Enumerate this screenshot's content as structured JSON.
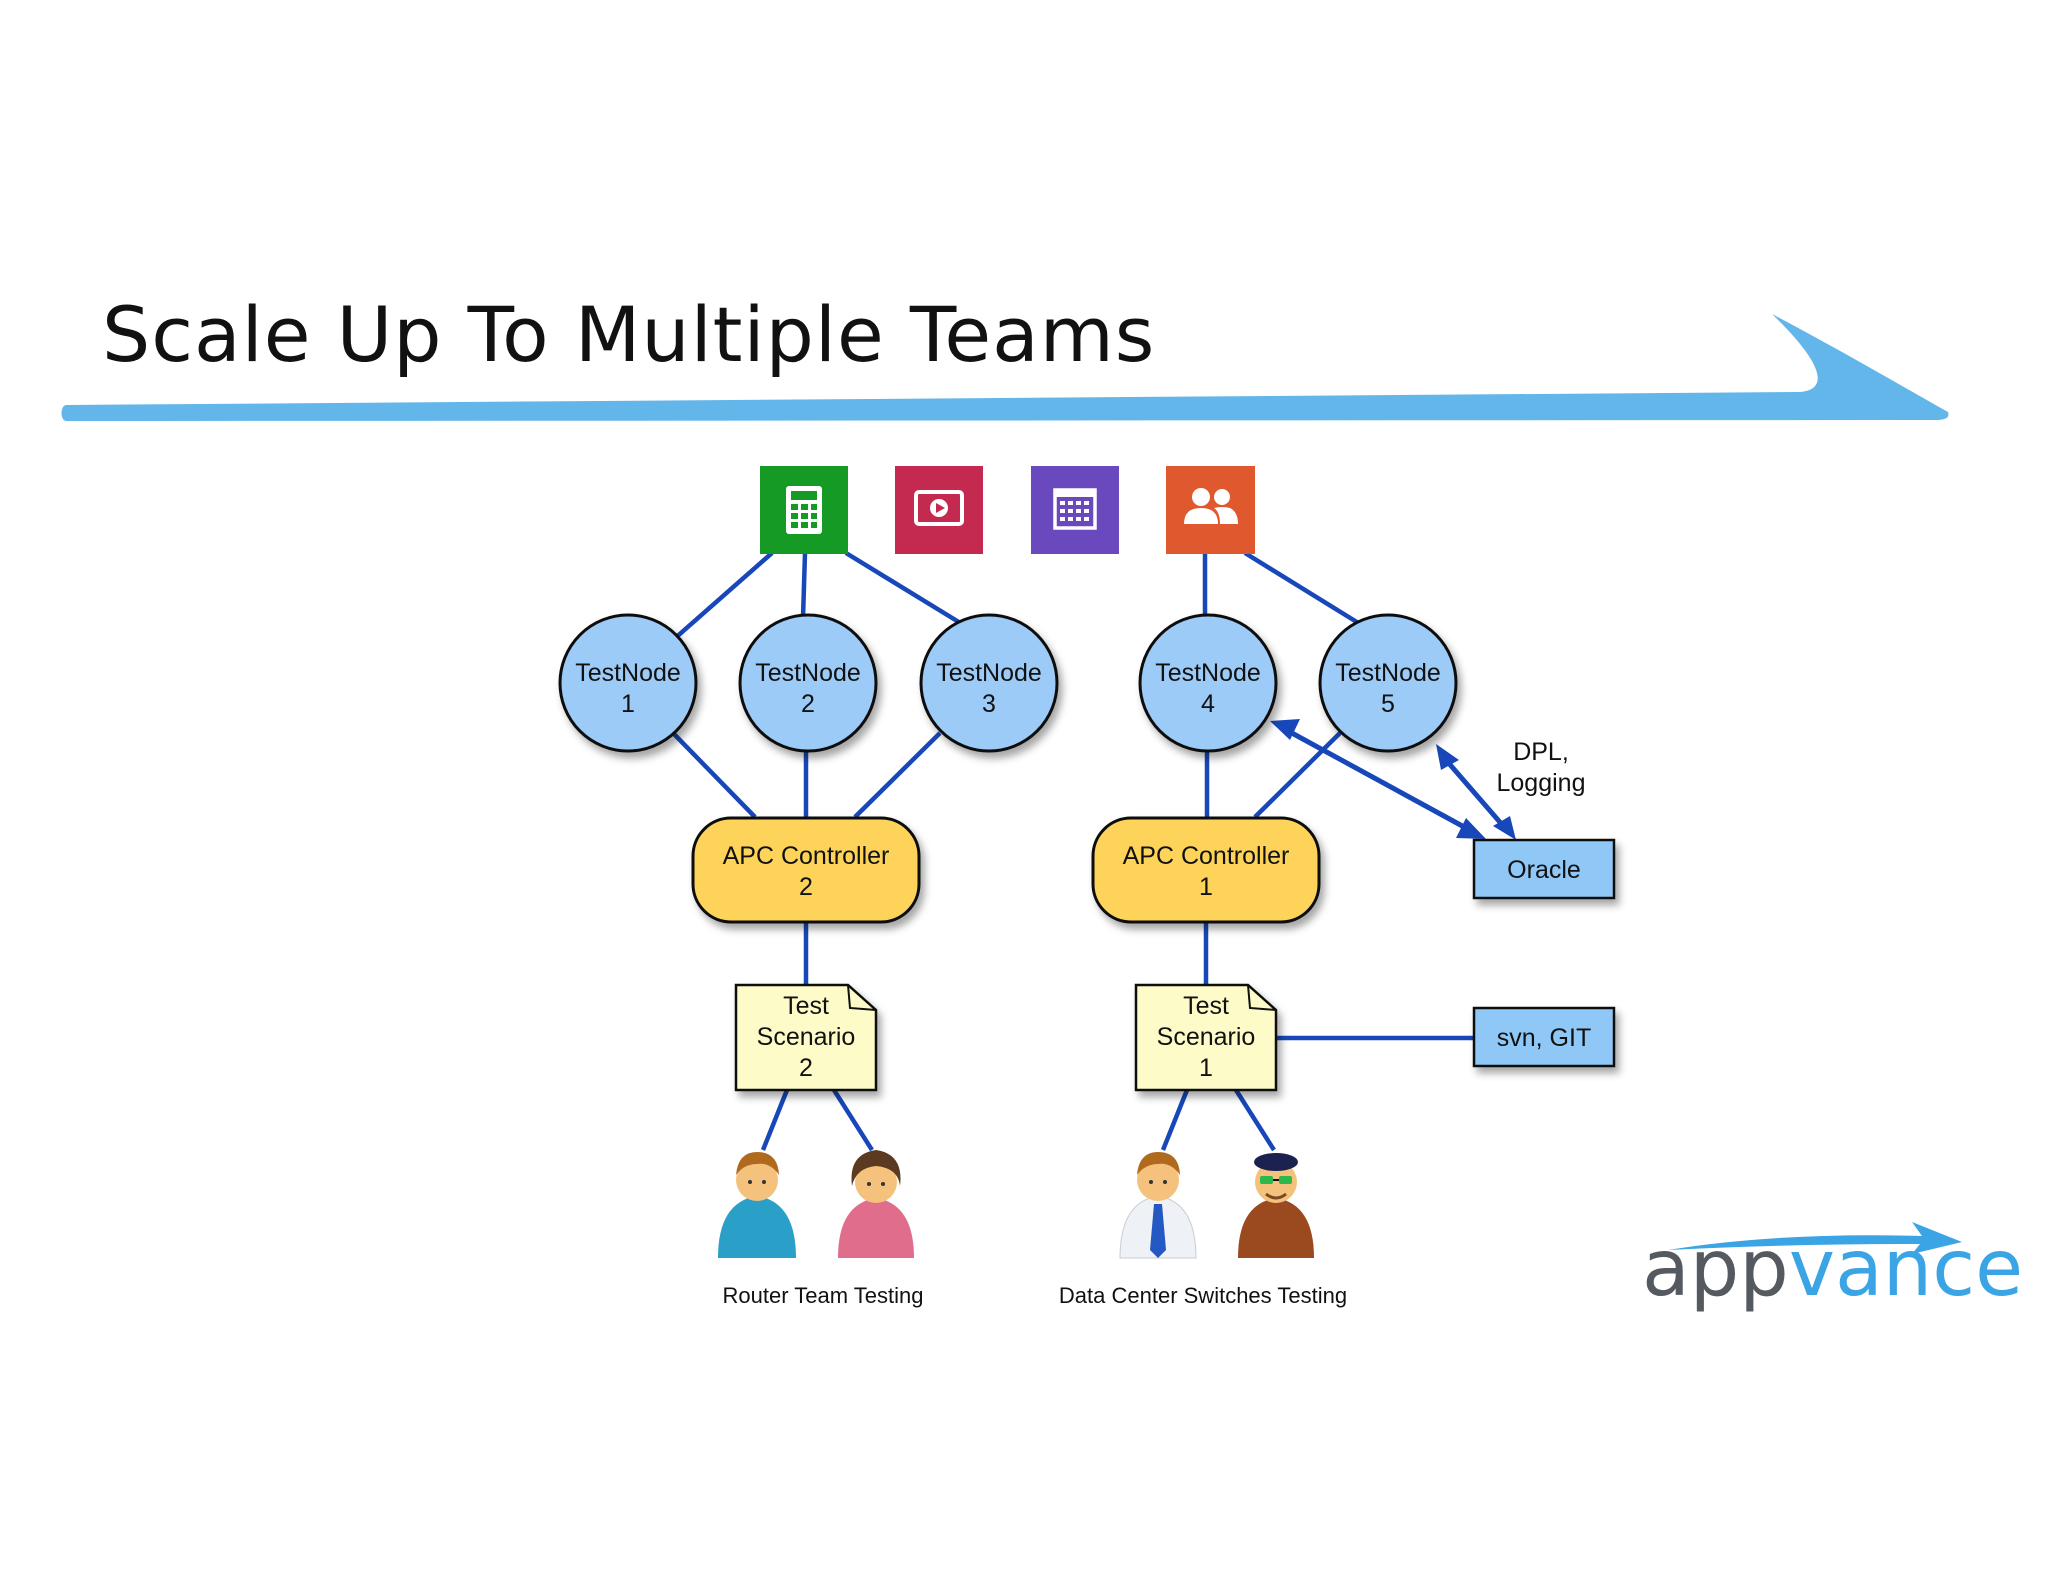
{
  "slide": {
    "title": "Scale Up To Multiple Teams"
  },
  "apps": [
    {
      "icon": "calculator-icon",
      "color": "#159a25"
    },
    {
      "icon": "video-player-icon",
      "color": "#c42a50"
    },
    {
      "icon": "calendar-icon",
      "color": "#6a48bd"
    },
    {
      "icon": "users-icon",
      "color": "#e0582e"
    }
  ],
  "testnodes": [
    {
      "line1": "TestNode",
      "line2": "1"
    },
    {
      "line1": "TestNode",
      "line2": "2"
    },
    {
      "line1": "TestNode",
      "line2": "3"
    },
    {
      "line1": "TestNode",
      "line2": "4"
    },
    {
      "line1": "TestNode",
      "line2": "5"
    }
  ],
  "controllers": [
    {
      "line1": "APC Controller",
      "line2": "2"
    },
    {
      "line1": "APC Controller",
      "line2": "1"
    }
  ],
  "scenarios": [
    {
      "line1": "Test",
      "line2": "Scenario",
      "line3": "2"
    },
    {
      "line1": "Test",
      "line2": "Scenario",
      "line3": "1"
    }
  ],
  "services": {
    "oracle": "Oracle",
    "vcs": "svn, GIT",
    "dpl_line1": "DPL,",
    "dpl_line2": "Logging"
  },
  "teams": {
    "router": "Router Team Testing",
    "datacenter": "Data Center Switches Testing"
  },
  "brand": {
    "part1": "app",
    "part2": "vance",
    "color_dark": "#555a60",
    "color_accent": "#3aa4e4"
  },
  "colors": {
    "connector": "#1747b8",
    "testnode_fill": "#9ccbf7",
    "controller_fill": "#fdd35a",
    "scenario_fill": "#fdfbc8",
    "service_fill": "#8fc7f6",
    "swoosh": "#62b6ea"
  }
}
